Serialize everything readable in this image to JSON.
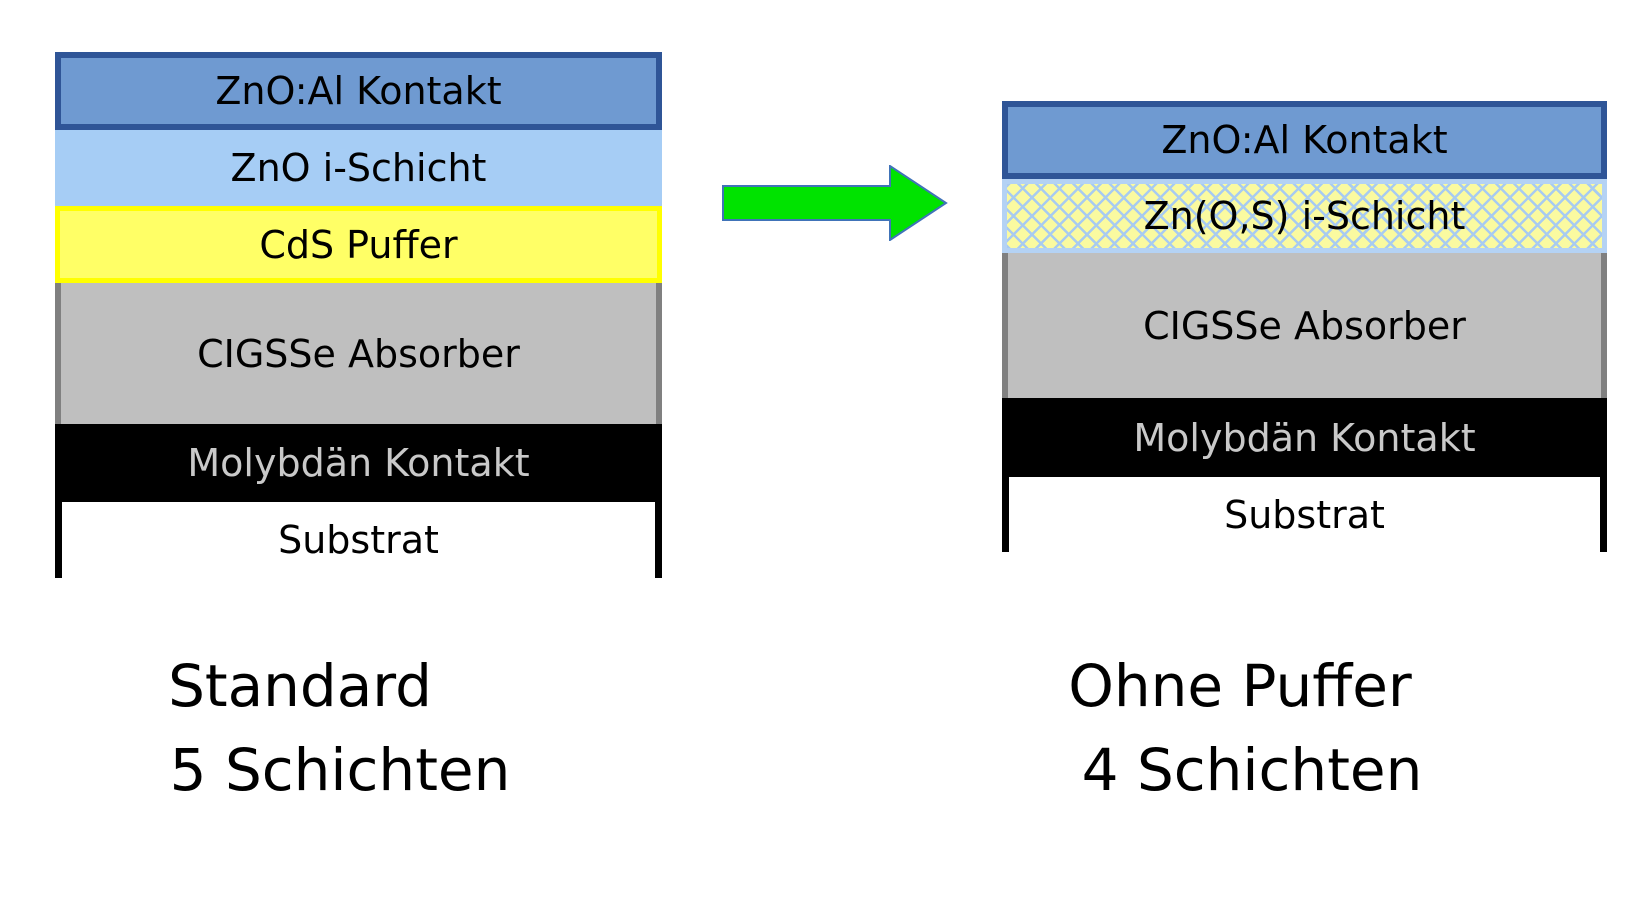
{
  "diagram": {
    "arrow": {
      "direction": "right",
      "fill": "#00E300",
      "stroke": "#4073B8"
    },
    "stacks": [
      {
        "title": "Standard",
        "subtitle": "5 Schichten",
        "layers": [
          {
            "name": "ZnO:Al Kontakt",
            "fill": "#6F9AD1",
            "border": "#2F5597",
            "text_color": "#000000"
          },
          {
            "name": "ZnO i-Schicht",
            "fill": "#A6CDF5",
            "border": "none",
            "text_color": "#000000"
          },
          {
            "name": "CdS Puffer",
            "fill": "#FFFF66",
            "border": "#FFFF00",
            "text_color": "#000000"
          },
          {
            "name": "CIGSSe Absorber",
            "fill": "#BFBFBF",
            "border": "#808080",
            "text_color": "#000000"
          },
          {
            "name": "Molybdän Kontakt",
            "fill": "#000000",
            "border": "none",
            "text_color": "#C9C9C9"
          },
          {
            "name": "Substrat",
            "fill": "#FFFFFF",
            "border": "#000000",
            "text_color": "#000000"
          }
        ]
      },
      {
        "title": "Ohne Puffer",
        "subtitle": "4 Schichten",
        "layers": [
          {
            "name": "ZnO:Al Kontakt",
            "fill": "#6F9AD1",
            "border": "#2F5597",
            "text_color": "#000000"
          },
          {
            "name": "Zn(O,S) i-Schicht",
            "fill": "#FAFAA0",
            "border": "#B4D2F4",
            "pattern": "crosshatch",
            "hatch_color": "#A8CBF0",
            "text_color": "#000000"
          },
          {
            "name": "CIGSSe Absorber",
            "fill": "#BFBFBF",
            "border": "#808080",
            "text_color": "#000000"
          },
          {
            "name": "Molybdän Kontakt",
            "fill": "#000000",
            "border": "none",
            "text_color": "#C9C9C9"
          },
          {
            "name": "Substrat",
            "fill": "#FFFFFF",
            "border": "#000000",
            "text_color": "#000000"
          }
        ]
      }
    ]
  }
}
